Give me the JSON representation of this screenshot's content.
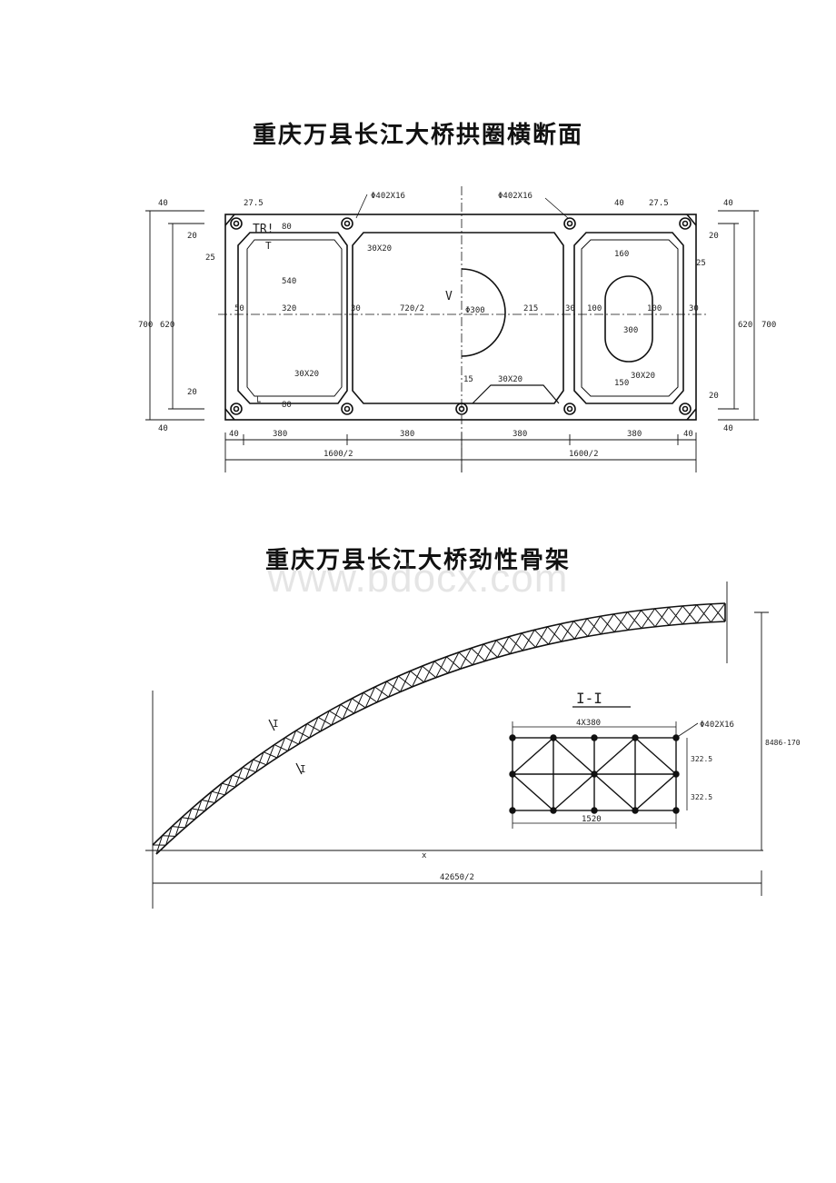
{
  "titles": {
    "cross_section": "重庆万县长江大桥拱圈横断面",
    "skeleton": "重庆万县长江大桥劲性骨架"
  },
  "watermark": "www.bdocx.com",
  "cross_section": {
    "pipe_labels": [
      "Φ402X16",
      "Φ402X16"
    ],
    "cell_labels": [
      "30X20",
      "30X20",
      "30X20",
      "30X20",
      "Φ300",
      "300"
    ],
    "horizontal_dims": [
      "50",
      "320",
      "30",
      "720/2",
      "215",
      "30",
      "100",
      "100",
      "30"
    ],
    "bottom_dims_row1": [
      "40",
      "380",
      "380",
      "380",
      "380",
      "40"
    ],
    "bottom_dims_row2": [
      "1600/2",
      "1600/2"
    ],
    "left_dims": [
      "40",
      "20",
      "25",
      "620",
      "700",
      "20",
      "40"
    ],
    "right_dims": [
      "40",
      "20",
      "25",
      "620",
      "700",
      "20",
      "40"
    ],
    "top_small": [
      "27.5",
      "40",
      "27.5",
      "80",
      "160",
      "540",
      "150",
      "15",
      "80"
    ],
    "marks": [
      "TR!",
      "T",
      "V",
      "└"
    ]
  },
  "skeleton": {
    "section_mark": "I-I",
    "cut_label": "I",
    "dims_detail": [
      "4X380",
      "1520",
      "Φ402X16",
      "322.5",
      "322.5"
    ],
    "rise_label": "8486-170",
    "x_label": "x",
    "span_label": "42650/2"
  },
  "colors": {
    "ink": "#111111",
    "paper": "#ffffff",
    "watermark": "#a0a0a0"
  }
}
